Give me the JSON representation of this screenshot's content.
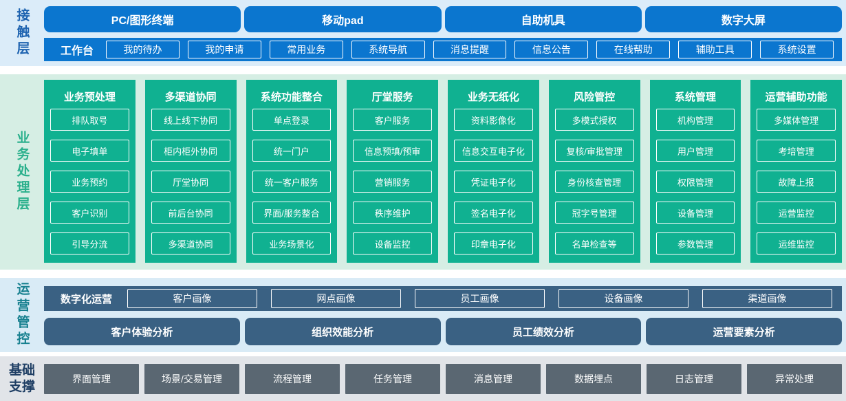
{
  "colors": {
    "blue_button": "#0b76cf",
    "light_blue_bg": "#dbecf9",
    "teal_column": "#10b191",
    "light_green_bg": "#d6eee4",
    "slate_button": "#3a6183",
    "ops_light_blue_bg": "#d9ebf6",
    "gray_button": "#5a6772",
    "gray_bg": "#e1e4e8",
    "contact_label": "#1e63b0",
    "business_label": "#2ab08c",
    "ops_label": "#17808f",
    "foundation_label": "#1e3e64"
  },
  "contact_layer": {
    "label": "接触层",
    "channels": [
      "PC/图形终端",
      "移动pad",
      "自助机具",
      "数字大屏"
    ],
    "workbench": {
      "label": "工作台",
      "items": [
        "我的待办",
        "我的申请",
        "常用业务",
        "系统导航",
        "消息提醒",
        "信息公告",
        "在线帮助",
        "辅助工具",
        "系统设置"
      ]
    }
  },
  "business_layer": {
    "label": "业务处理层",
    "columns": [
      {
        "title": "业务预处理",
        "items": [
          "排队取号",
          "电子填单",
          "业务预约",
          "客户识别",
          "引导分流"
        ]
      },
      {
        "title": "多渠道协同",
        "items": [
          "线上线下协同",
          "柜内柜外协同",
          "厅堂协同",
          "前后台协同",
          "多渠道协同"
        ]
      },
      {
        "title": "系统功能整合",
        "items": [
          "单点登录",
          "统一门户",
          "统一客户服务",
          "界面/服务整合",
          "业务场景化"
        ]
      },
      {
        "title": "厅堂服务",
        "items": [
          "客户服务",
          "信息预填/预审",
          "营销服务",
          "秩序维护",
          "设备监控"
        ]
      },
      {
        "title": "业务无纸化",
        "items": [
          "资料影像化",
          "信息交互电子化",
          "凭证电子化",
          "签名电子化",
          "印章电子化"
        ]
      },
      {
        "title": "风险管控",
        "items": [
          "多模式授权",
          "复核/审批管理",
          "身份核查管理",
          "冠字号管理",
          "名单检查等"
        ]
      },
      {
        "title": "系统管理",
        "items": [
          "机构管理",
          "用户管理",
          "权限管理",
          "设备管理",
          "参数管理"
        ]
      },
      {
        "title": "运营辅助功能",
        "items": [
          "多媒体管理",
          "考培管理",
          "故障上报",
          "运营监控",
          "运维监控"
        ]
      }
    ]
  },
  "operations_layer": {
    "label": "运营管控",
    "digital_ops": {
      "label": "数字化运营",
      "items": [
        "客户画像",
        "网点画像",
        "员工画像",
        "设备画像",
        "渠道画像"
      ]
    },
    "analysis": [
      "客户体验分析",
      "组织效能分析",
      "员工绩效分析",
      "运营要素分析"
    ]
  },
  "foundation_layer": {
    "label": "基础支撑",
    "items": [
      "界面管理",
      "场景/交易管理",
      "流程管理",
      "任务管理",
      "消息管理",
      "数据埋点",
      "日志管理",
      "异常处理"
    ]
  }
}
